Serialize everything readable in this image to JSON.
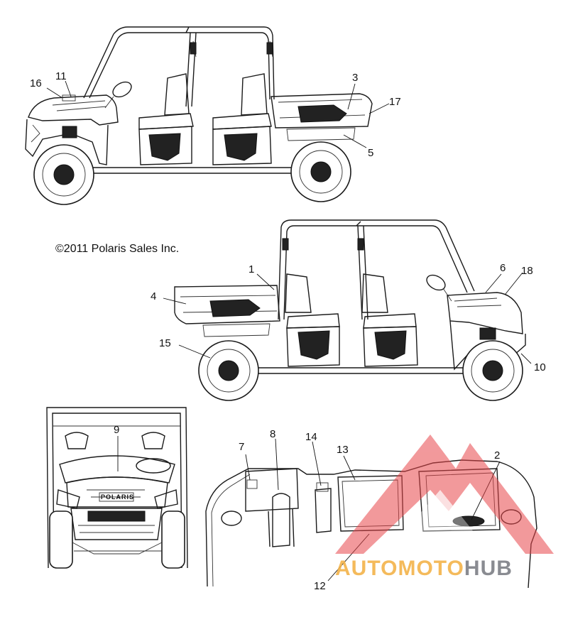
{
  "copyright": "©2011 Polaris Sales Inc.",
  "watermark": {
    "part1": "AUTOMOTO",
    "part2": "HUB",
    "color_logo": "#e8464a",
    "color_text1": "#f3b34a",
    "color_text2": "#7d7f86"
  },
  "callouts": {
    "c1": "1",
    "c2": "2",
    "c3": "3",
    "c4": "4",
    "c5": "5",
    "c6": "6",
    "c7": "7",
    "c8": "8",
    "c9": "9",
    "c10": "10",
    "c11": "11",
    "c12": "12",
    "c13": "13",
    "c14": "14",
    "c15": "15",
    "c16": "16",
    "c17": "17",
    "c18": "18"
  },
  "grille_badge": "POLARIS"
}
